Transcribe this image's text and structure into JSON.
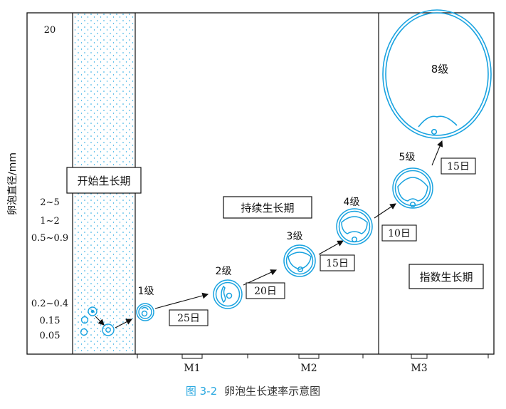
{
  "y_axis": {
    "label": "卵泡直径/mm",
    "ticks": [
      "20",
      "2~5",
      "1~2",
      "0.5~0.9",
      "0.2~0.4",
      "0.15",
      "0.05"
    ]
  },
  "x_axis": {
    "ticks": [
      "M1",
      "M2",
      "M3"
    ]
  },
  "phases": {
    "start": "开始生长期",
    "continuous": "持续生长期",
    "exponential": "指数生长期"
  },
  "stages": [
    "1级",
    "2级",
    "3级",
    "4级",
    "5级",
    "8级"
  ],
  "durations": [
    "25日",
    "20日",
    "15日",
    "10日",
    "15日"
  ],
  "caption": {
    "number": "图 3-2",
    "title": "卵泡生长速率示意图"
  },
  "colors": {
    "follicle": "#1aa3e0",
    "caption_number": "#2aa8e0",
    "frame": "#111111"
  }
}
